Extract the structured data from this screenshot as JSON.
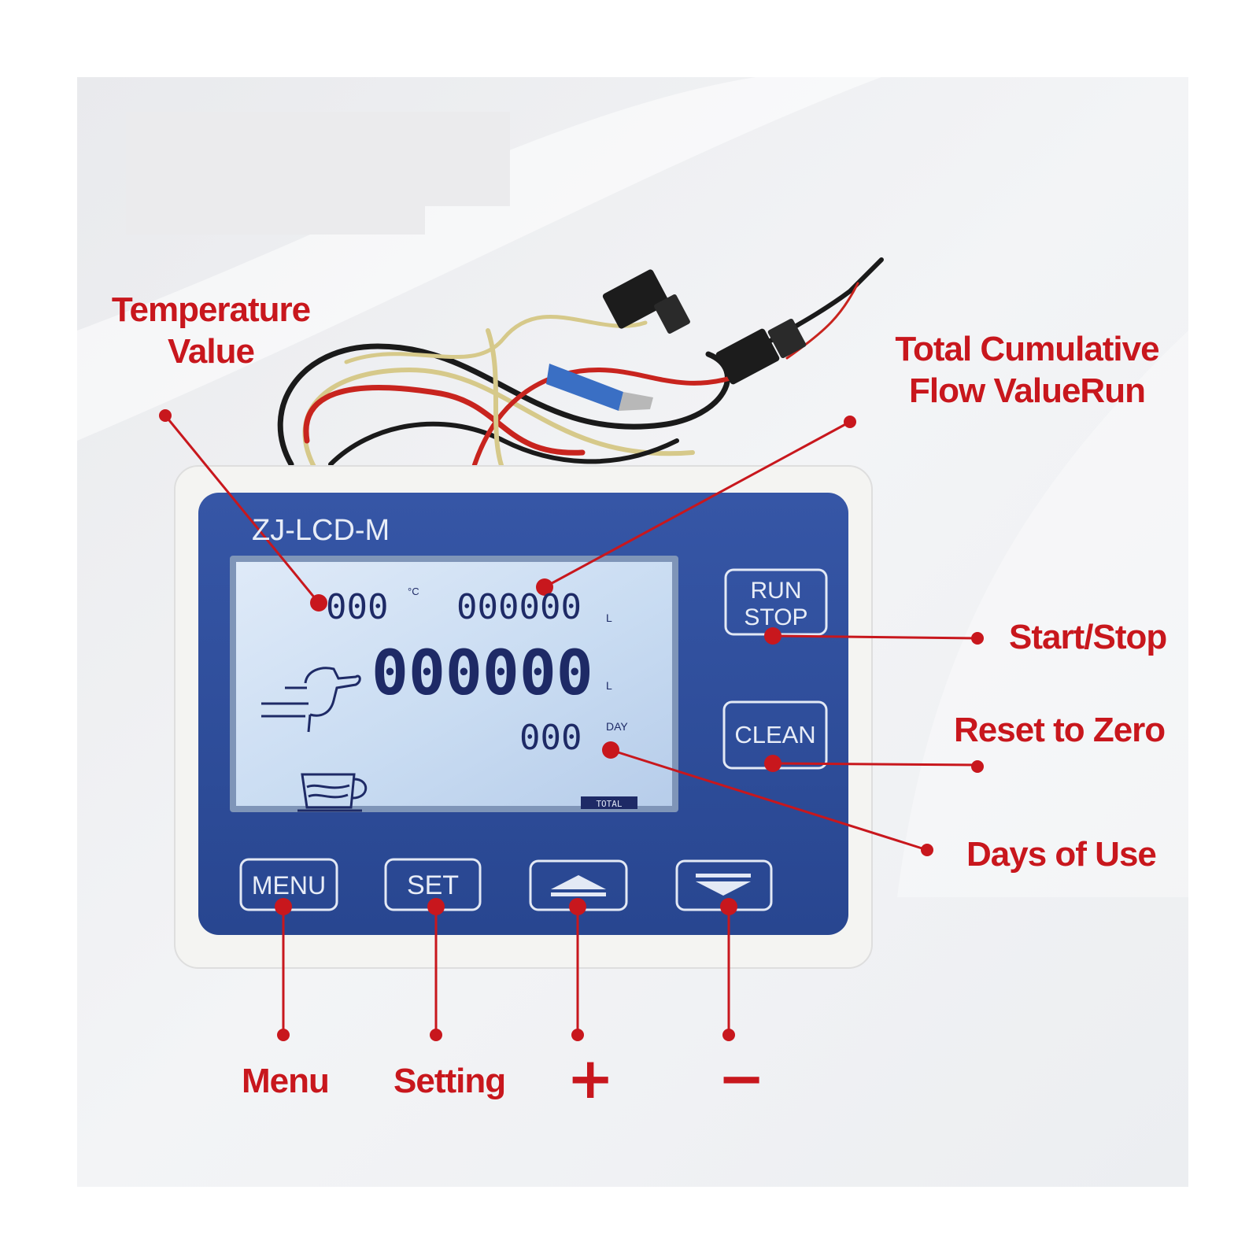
{
  "device": {
    "model": "ZJ-LCD-M",
    "buttons": {
      "run_stop": [
        "RUN",
        "STOP"
      ],
      "clean": "CLEAN",
      "menu": "MENU",
      "set": "SET"
    },
    "lcd": {
      "temperature": "000",
      "temperature_unit": "°C",
      "cumulative": "000000",
      "cumulative_unit": "L",
      "flow": "000000",
      "flow_unit": "L",
      "days": "000",
      "days_unit": "DAY",
      "mode_badge": "TOTAL"
    }
  },
  "callouts": {
    "temperature": [
      "Temperature",
      "Value"
    ],
    "cumulative": [
      "Total Cumulative",
      "Flow ValueRun"
    ],
    "start_stop": "Start/Stop",
    "reset": "Reset to Zero",
    "days": "Days of Use",
    "menu": "Menu",
    "setting": "Setting",
    "plus": "+",
    "minus": "−"
  },
  "colors": {
    "annotation_red": "#c8171d",
    "panel_blue": "#2e4d9b",
    "lcd_screen": "#c9dcf2",
    "lcd_digits": "#1e2a66",
    "housing": "#f4f4f2"
  }
}
